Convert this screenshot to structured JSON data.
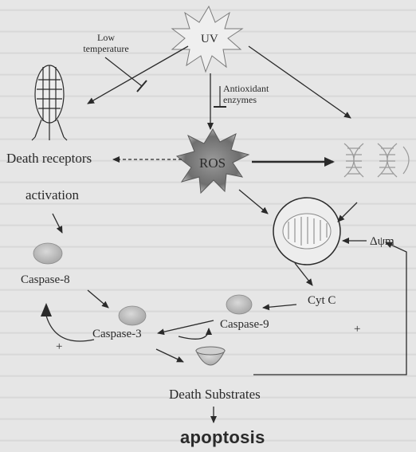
{
  "nodes": {
    "uv": "UV",
    "low_temperature": "Low temperature",
    "antioxidant": "Antioxidant enzymes",
    "ros": "ROS",
    "death_receptors": "Death receptors",
    "activation": "activation",
    "caspase8": "Caspase-8",
    "caspase3": "Caspase-3",
    "caspase9": "Caspase-9",
    "cytc": "Cyt C",
    "delta_psi": "Δψm",
    "death_substrates": "Death Substrates",
    "apoptosis": "apoptosis"
  },
  "signs": {
    "plus_left": "+",
    "plus_right": "+"
  },
  "colors": {
    "ink": "#2a2a2a",
    "background": "#e4e4e4",
    "blob": "#bdbdbd"
  }
}
